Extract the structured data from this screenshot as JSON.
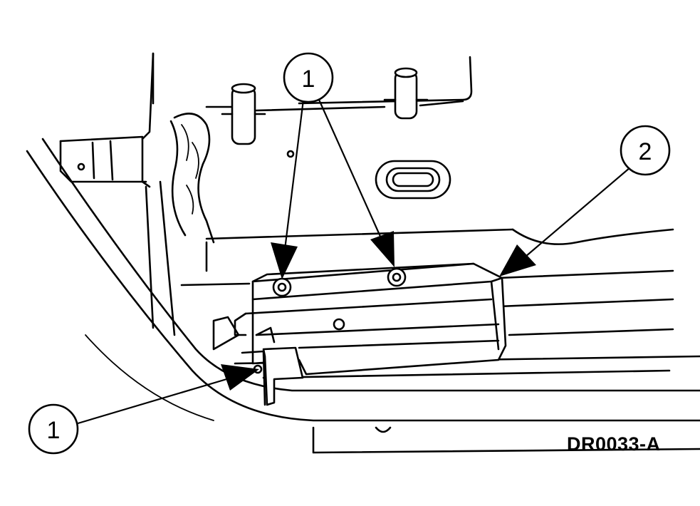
{
  "figure_code": "DR0033-A",
  "callouts": [
    {
      "id": "callout-1-top",
      "label": "1"
    },
    {
      "id": "callout-2",
      "label": "2"
    },
    {
      "id": "callout-1-bottom",
      "label": "1"
    }
  ]
}
